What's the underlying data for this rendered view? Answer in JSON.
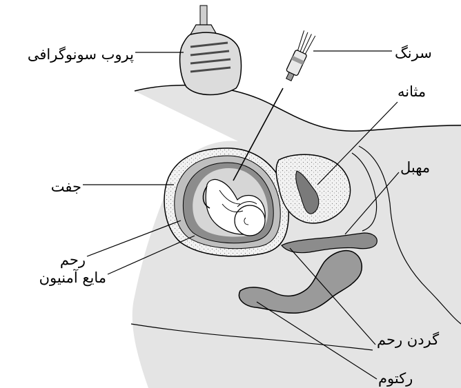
{
  "labels": {
    "probe": "پروب سونوگرافی",
    "syringe": "سرنگ",
    "bladder": "مثانه",
    "vagina": "مهبل",
    "placenta": "جفت",
    "uterus": "رحم",
    "amniotic_fluid": "مایع آمنیون",
    "cervix": "گردن رحم",
    "rectum": "رکتوم"
  },
  "colors": {
    "outline": "#000000",
    "body_fill": "#e4e4e4",
    "skin_fill": "#ffffff",
    "uterus_wall": "#bfbfbf",
    "amniotic_fluid": "#8c8c8c",
    "sac_fill": "#d6d6d6",
    "fetus_fill": "#ffffff",
    "bladder_fill": "#cfcfcf",
    "rectum_fill": "#9a9a9a"
  }
}
